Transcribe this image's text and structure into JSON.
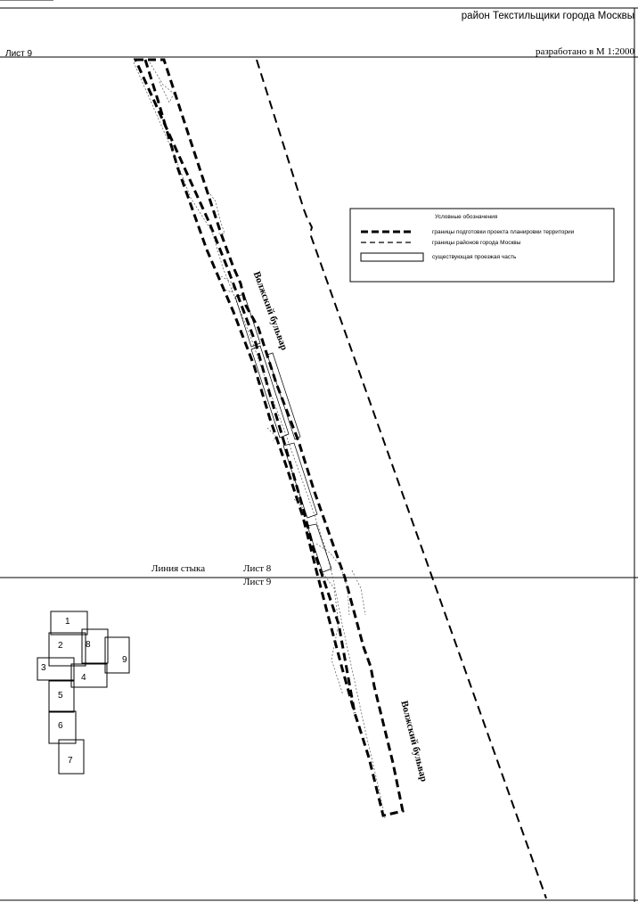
{
  "header": {
    "district": "район Текстильщики города Москвы",
    "sheet_label": "Лист 9",
    "scale": "разработано в М 1:2000"
  },
  "map": {
    "join_line_label": "Линия стыка",
    "sheet_above": "Лист 8",
    "sheet_below": "Лист 9",
    "street_labels": [
      "Волжский бульвар",
      "Волжский бульвар"
    ]
  },
  "legend": {
    "title": "Условные обозначения",
    "items": [
      {
        "symbol": "thick-dashed-line",
        "label": "границы подготовки проекта планировки территории"
      },
      {
        "symbol": "thin-dashed-line",
        "label": "границы районов города Москвы"
      },
      {
        "symbol": "rectangle-outline",
        "label": "существующая проезжая часть"
      }
    ]
  },
  "index_map": {
    "sheets": [
      "1",
      "2",
      "3",
      "4",
      "5",
      "6",
      "7",
      "8",
      "9"
    ]
  },
  "colors": {
    "line": "#000000",
    "background": "#ffffff",
    "cadastral": "#555555"
  }
}
